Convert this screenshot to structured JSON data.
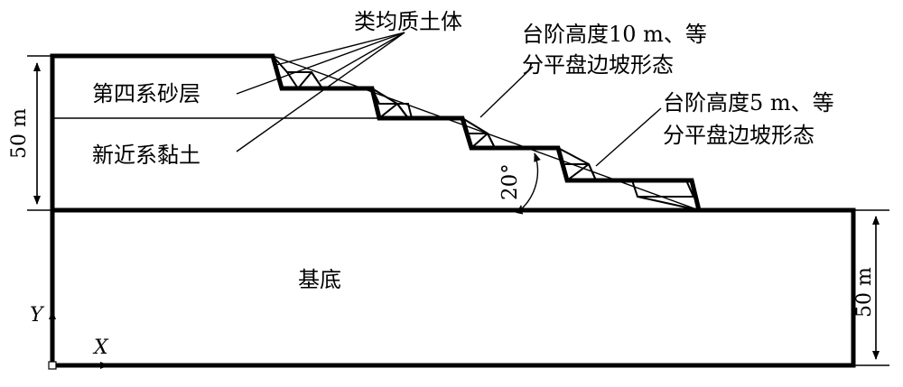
{
  "labels": {
    "homogeneous_soil": "类均质土体",
    "bench_10m_line1": "台阶高度10 m、等",
    "bench_10m_line2": "分平盘边坡形态",
    "bench_5m_line1": "台阶高度5 m、等",
    "bench_5m_line2": "分平盘边坡形态",
    "quaternary_sand": "第四系砂层",
    "neogene_clay": "新近系黏土",
    "angle": "20°",
    "base": "基底",
    "height_left": "50 m",
    "height_right": "50 m",
    "axis_y": "Y",
    "axis_x": "X"
  }
}
